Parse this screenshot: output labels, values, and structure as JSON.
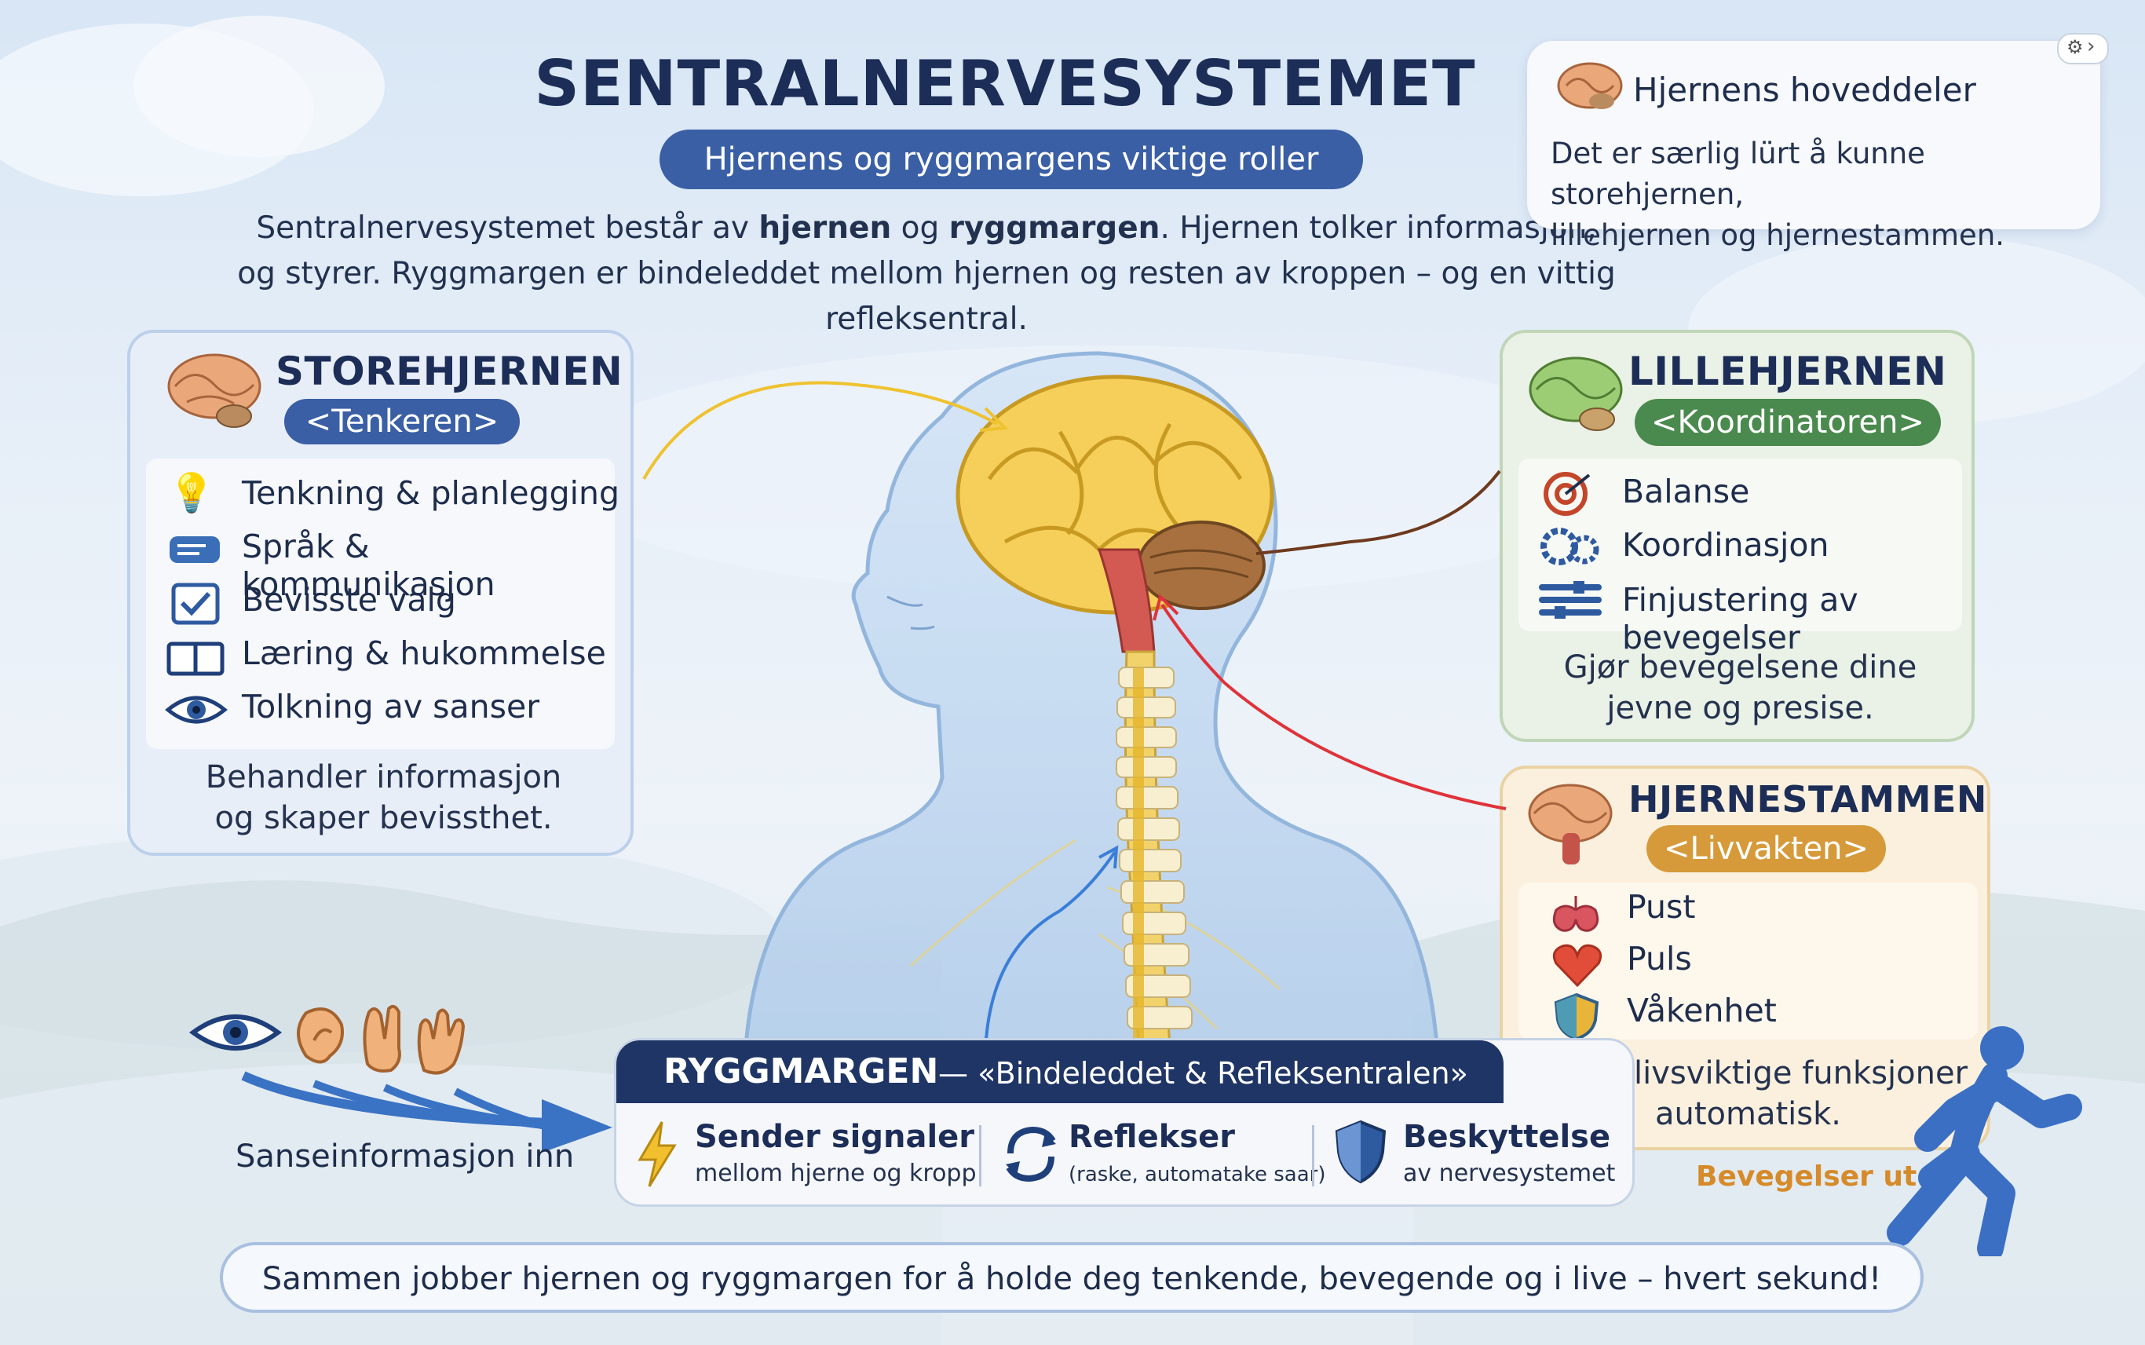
{
  "title": "SENTRALNERVESYSTEMET",
  "subtitle": "Hjernens og ryggmargens viktige roller",
  "intro": {
    "l1_a": "Sentralnervesystemet består av ",
    "l1_b": "hjernen",
    "l1_c": " og ",
    "l1_d": "ryggmargen",
    "l1_e": ". Hjernen tolker informasjon,",
    "l2": "og styrer. Ryggmargen er bindeleddet mellom hjernen og resten av kroppen – og en vittig refleksentral."
  },
  "info_box": {
    "title": "Hjernens hoveddeler",
    "line1": "Det er særlig lürt å kunne storehjernen,",
    "line2": "lillehjernen og hjernestammen."
  },
  "storehjernen": {
    "title": "STOREHJERNEN",
    "role": "<Tenkeren>",
    "items": [
      {
        "icon": "lightbulb-icon",
        "label": "Tenkning & planlegging"
      },
      {
        "icon": "speech-bubble-icon",
        "label": "Språk & kommunikasjon"
      },
      {
        "icon": "checkbox-icon",
        "label": "Bevisste valg"
      },
      {
        "icon": "book-icon",
        "label": "Læring & hukommelse"
      },
      {
        "icon": "eye-icon",
        "label": "Tolkning av sanser"
      }
    ],
    "footer1": "Behandler informasjon",
    "footer2": "og skaper bevissthet."
  },
  "lillehjernen": {
    "title": "LILLEHJERNEN",
    "role": "<Koordinatoren>",
    "items": [
      {
        "icon": "target-icon",
        "label": "Balanse"
      },
      {
        "icon": "gears-icon",
        "label": "Koordinasjon"
      },
      {
        "icon": "sliders-icon",
        "label": "Finjustering av bevegelser"
      }
    ],
    "footer1": "Gjør bevegelsene dine",
    "footer2": "jevne og presise."
  },
  "hjernestammen": {
    "title": "HJERNESTAMMEN",
    "role": "<Livvakten>",
    "items": [
      {
        "icon": "lungs-icon",
        "label": "Pust"
      },
      {
        "icon": "heart-icon",
        "label": "Puls"
      },
      {
        "icon": "shield-icon",
        "label": "Våkenhet"
      }
    ],
    "footer1": "Styrer livsviktige funksjoner",
    "footer2": "automatisk."
  },
  "ryggmargen": {
    "title": "RYGGMARGEN",
    "subtitle": " — «Bindeleddet & Refleksentralen»",
    "items": [
      {
        "icon": "lightning-icon",
        "title": "Sender signaler",
        "sub": "mellom hjerne og kropp"
      },
      {
        "icon": "reflex-arrows-icon",
        "title": "Reflekser",
        "sub": "(raske, automatake saar)"
      },
      {
        "icon": "shield-icon",
        "title": "Beskyttelse",
        "sub": "av nervesystemet"
      }
    ]
  },
  "senses_label": "Sanseinformasjon inn",
  "movement_label": "Bevegelser ut",
  "bottom_banner": "Sammen jobber hjernen og ryggmargen for å holde deg tenkende, bevegende og i live – hvert sekund!",
  "colors": {
    "navy": "#1c2d57",
    "blue_pill": "#3a5fa5",
    "green_pill": "#4a8a4e",
    "orange_pill": "#d79a3a",
    "orange_text": "#d68a2a"
  }
}
